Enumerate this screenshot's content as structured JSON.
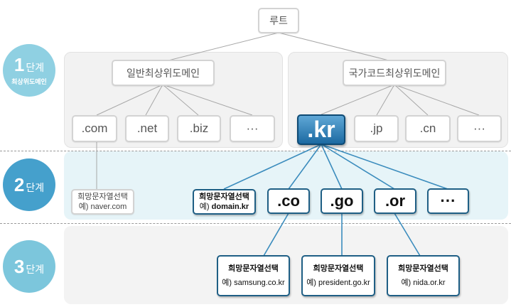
{
  "stages": [
    {
      "number": "1",
      "word": "단계",
      "sub": "최상위도메인"
    },
    {
      "number": "2",
      "word": "단계",
      "sub": ""
    },
    {
      "number": "3",
      "word": "단계",
      "sub": ""
    }
  ],
  "root": "루트",
  "generic_tld": {
    "label": "일반최상위도메인",
    "items": [
      ".com",
      ".net",
      ".biz",
      "···"
    ]
  },
  "country_tld": {
    "label": "국가코드최상위도메인",
    "selected": ".kr",
    "items": [
      ".jp",
      ".cn",
      "···"
    ]
  },
  "level2": {
    "com_example": {
      "title": "희망문자열선택",
      "example_prefix": "예)",
      "example": "naver.com"
    },
    "kr_example": {
      "title": "희망문자열선택",
      "example_prefix": "예)",
      "example": "domain.kr"
    },
    "items": [
      ".co",
      ".go",
      ".or",
      "···"
    ]
  },
  "level3": [
    {
      "title": "희망문자열선택",
      "example_prefix": "예)",
      "example": "samsung.co.kr"
    },
    {
      "title": "희망문자열선택",
      "example_prefix": "예)",
      "example": "president.go.kr"
    },
    {
      "title": "희망문자열선택",
      "example_prefix": "예)",
      "example": "nida.or.kr"
    }
  ],
  "colors": {
    "stage1": "#8fd0e2",
    "stage2": "#45a0cc",
    "stage3": "#7cc6dc",
    "line_blue": "#3b8cbd",
    "line_gray": "#9a9a9a"
  }
}
